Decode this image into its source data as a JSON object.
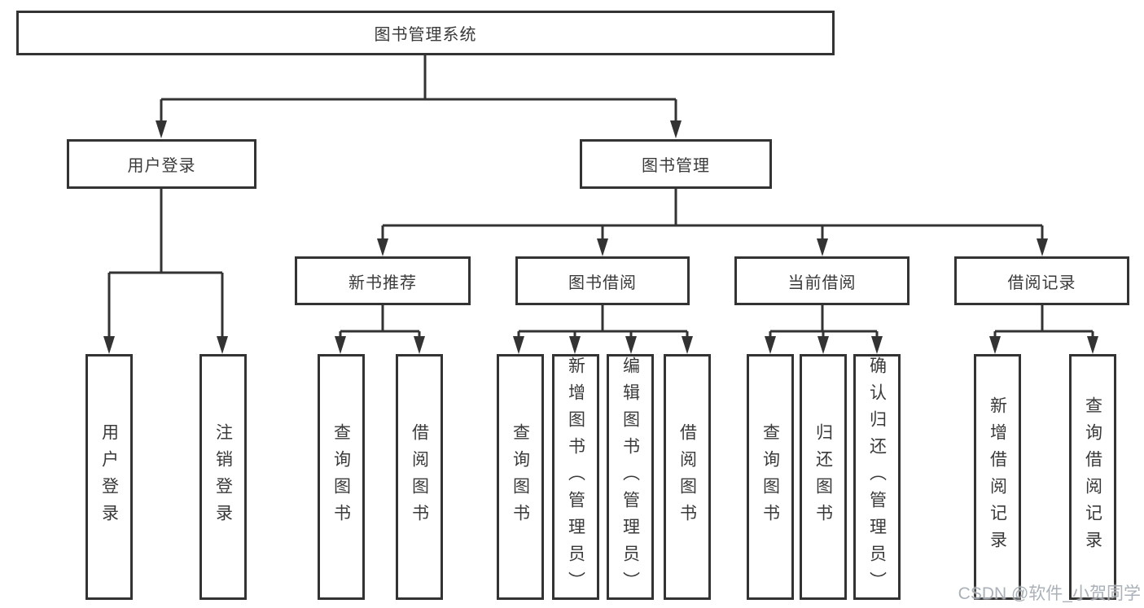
{
  "title": "图书管理系统",
  "branches": {
    "user_login": {
      "label": "用户登录",
      "children": [
        "用户登录",
        "注销登录"
      ]
    },
    "book_management": {
      "label": "图书管理",
      "sections": [
        {
          "label": "新书推荐",
          "children": [
            "查询图书",
            "借阅图书"
          ]
        },
        {
          "label": "图书借阅",
          "children": [
            "查询图书",
            "新增图书（管理员）",
            "编辑图书（管理员）",
            "借阅图书"
          ]
        },
        {
          "label": "当前借阅",
          "children": [
            "查询图书",
            "归还图书",
            "确认归还（管理员）"
          ]
        },
        {
          "label": "借阅记录",
          "children": [
            "新增借阅记录",
            "查询借阅记录"
          ]
        }
      ]
    }
  },
  "watermark": "CSDN @软件_小贺同学",
  "colors": {
    "line": "#333333",
    "text": "#3a3a3a",
    "background": "#ffffff",
    "watermark": "#9ba3ab"
  }
}
